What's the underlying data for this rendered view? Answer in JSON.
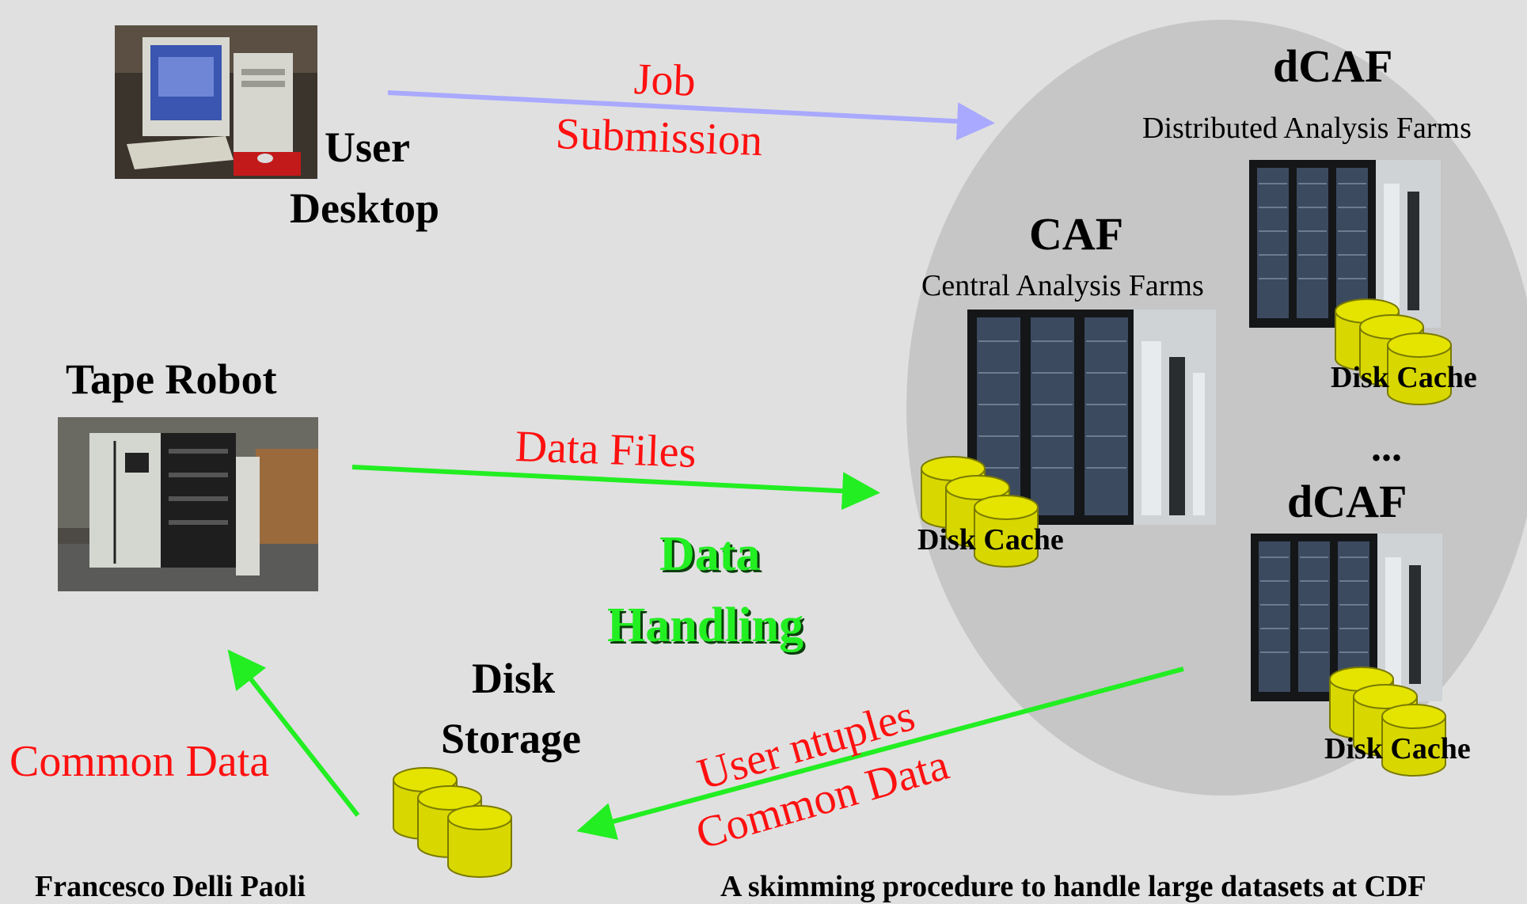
{
  "nodes": {
    "user_desktop": {
      "label_line1": "User",
      "label_line2": "Desktop"
    },
    "tape_robot": {
      "label": "Tape Robot"
    },
    "disk_storage": {
      "label_line1": "Disk",
      "label_line2": "Storage"
    },
    "dcaf_top": {
      "title": "dCAF",
      "subtitle": "Distributed Analysis Farms",
      "cache_label": "Disk Cache"
    },
    "caf": {
      "title": "CAF",
      "subtitle": "Central Analysis Farms",
      "cache_label": "Disk Cache"
    },
    "dcaf_bottom": {
      "title": "dCAF",
      "cache_label": "Disk Cache"
    },
    "ellipsis": "..."
  },
  "edges": {
    "job_submission": {
      "line1": "Job",
      "line2": "Submission"
    },
    "data_files": {
      "label": "Data Files"
    },
    "user_ntuples": {
      "line1": "User ntuples",
      "line2": "Common Data"
    },
    "common_data": {
      "label": "Common Data"
    }
  },
  "center_label": {
    "line1": "Data",
    "line2": "Handling"
  },
  "footer": {
    "author": "Francesco Delli Paoli",
    "title": "A skimming procedure to handle large datasets at CDF"
  },
  "colors": {
    "background": "#e0e0e0",
    "farm_region": "#c6c6c6",
    "job_arrow": "#a9a9ff",
    "data_arrow": "#22ee22",
    "edge_label": "#ff1010",
    "disk": "#d8d800"
  }
}
